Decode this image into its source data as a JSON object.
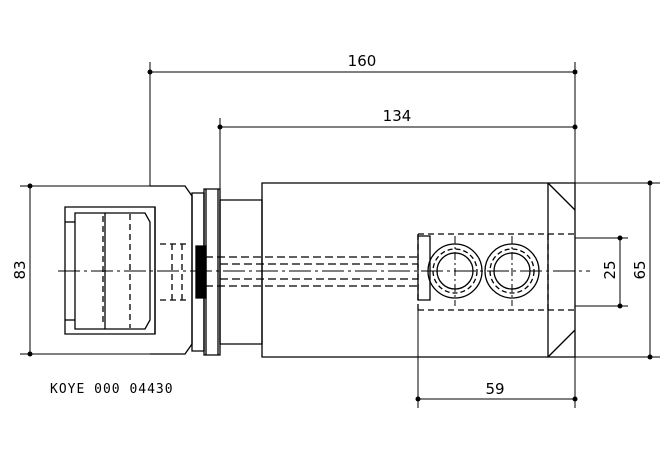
{
  "dimensions": {
    "overall_length": "160",
    "body_length": "134",
    "housing_height": "83",
    "body_height": "65",
    "port_spacing": "25",
    "port_block_length": "59"
  },
  "part_code": "KOYE 000 04430",
  "colors": {
    "line": "#000000",
    "background": "#ffffff"
  }
}
